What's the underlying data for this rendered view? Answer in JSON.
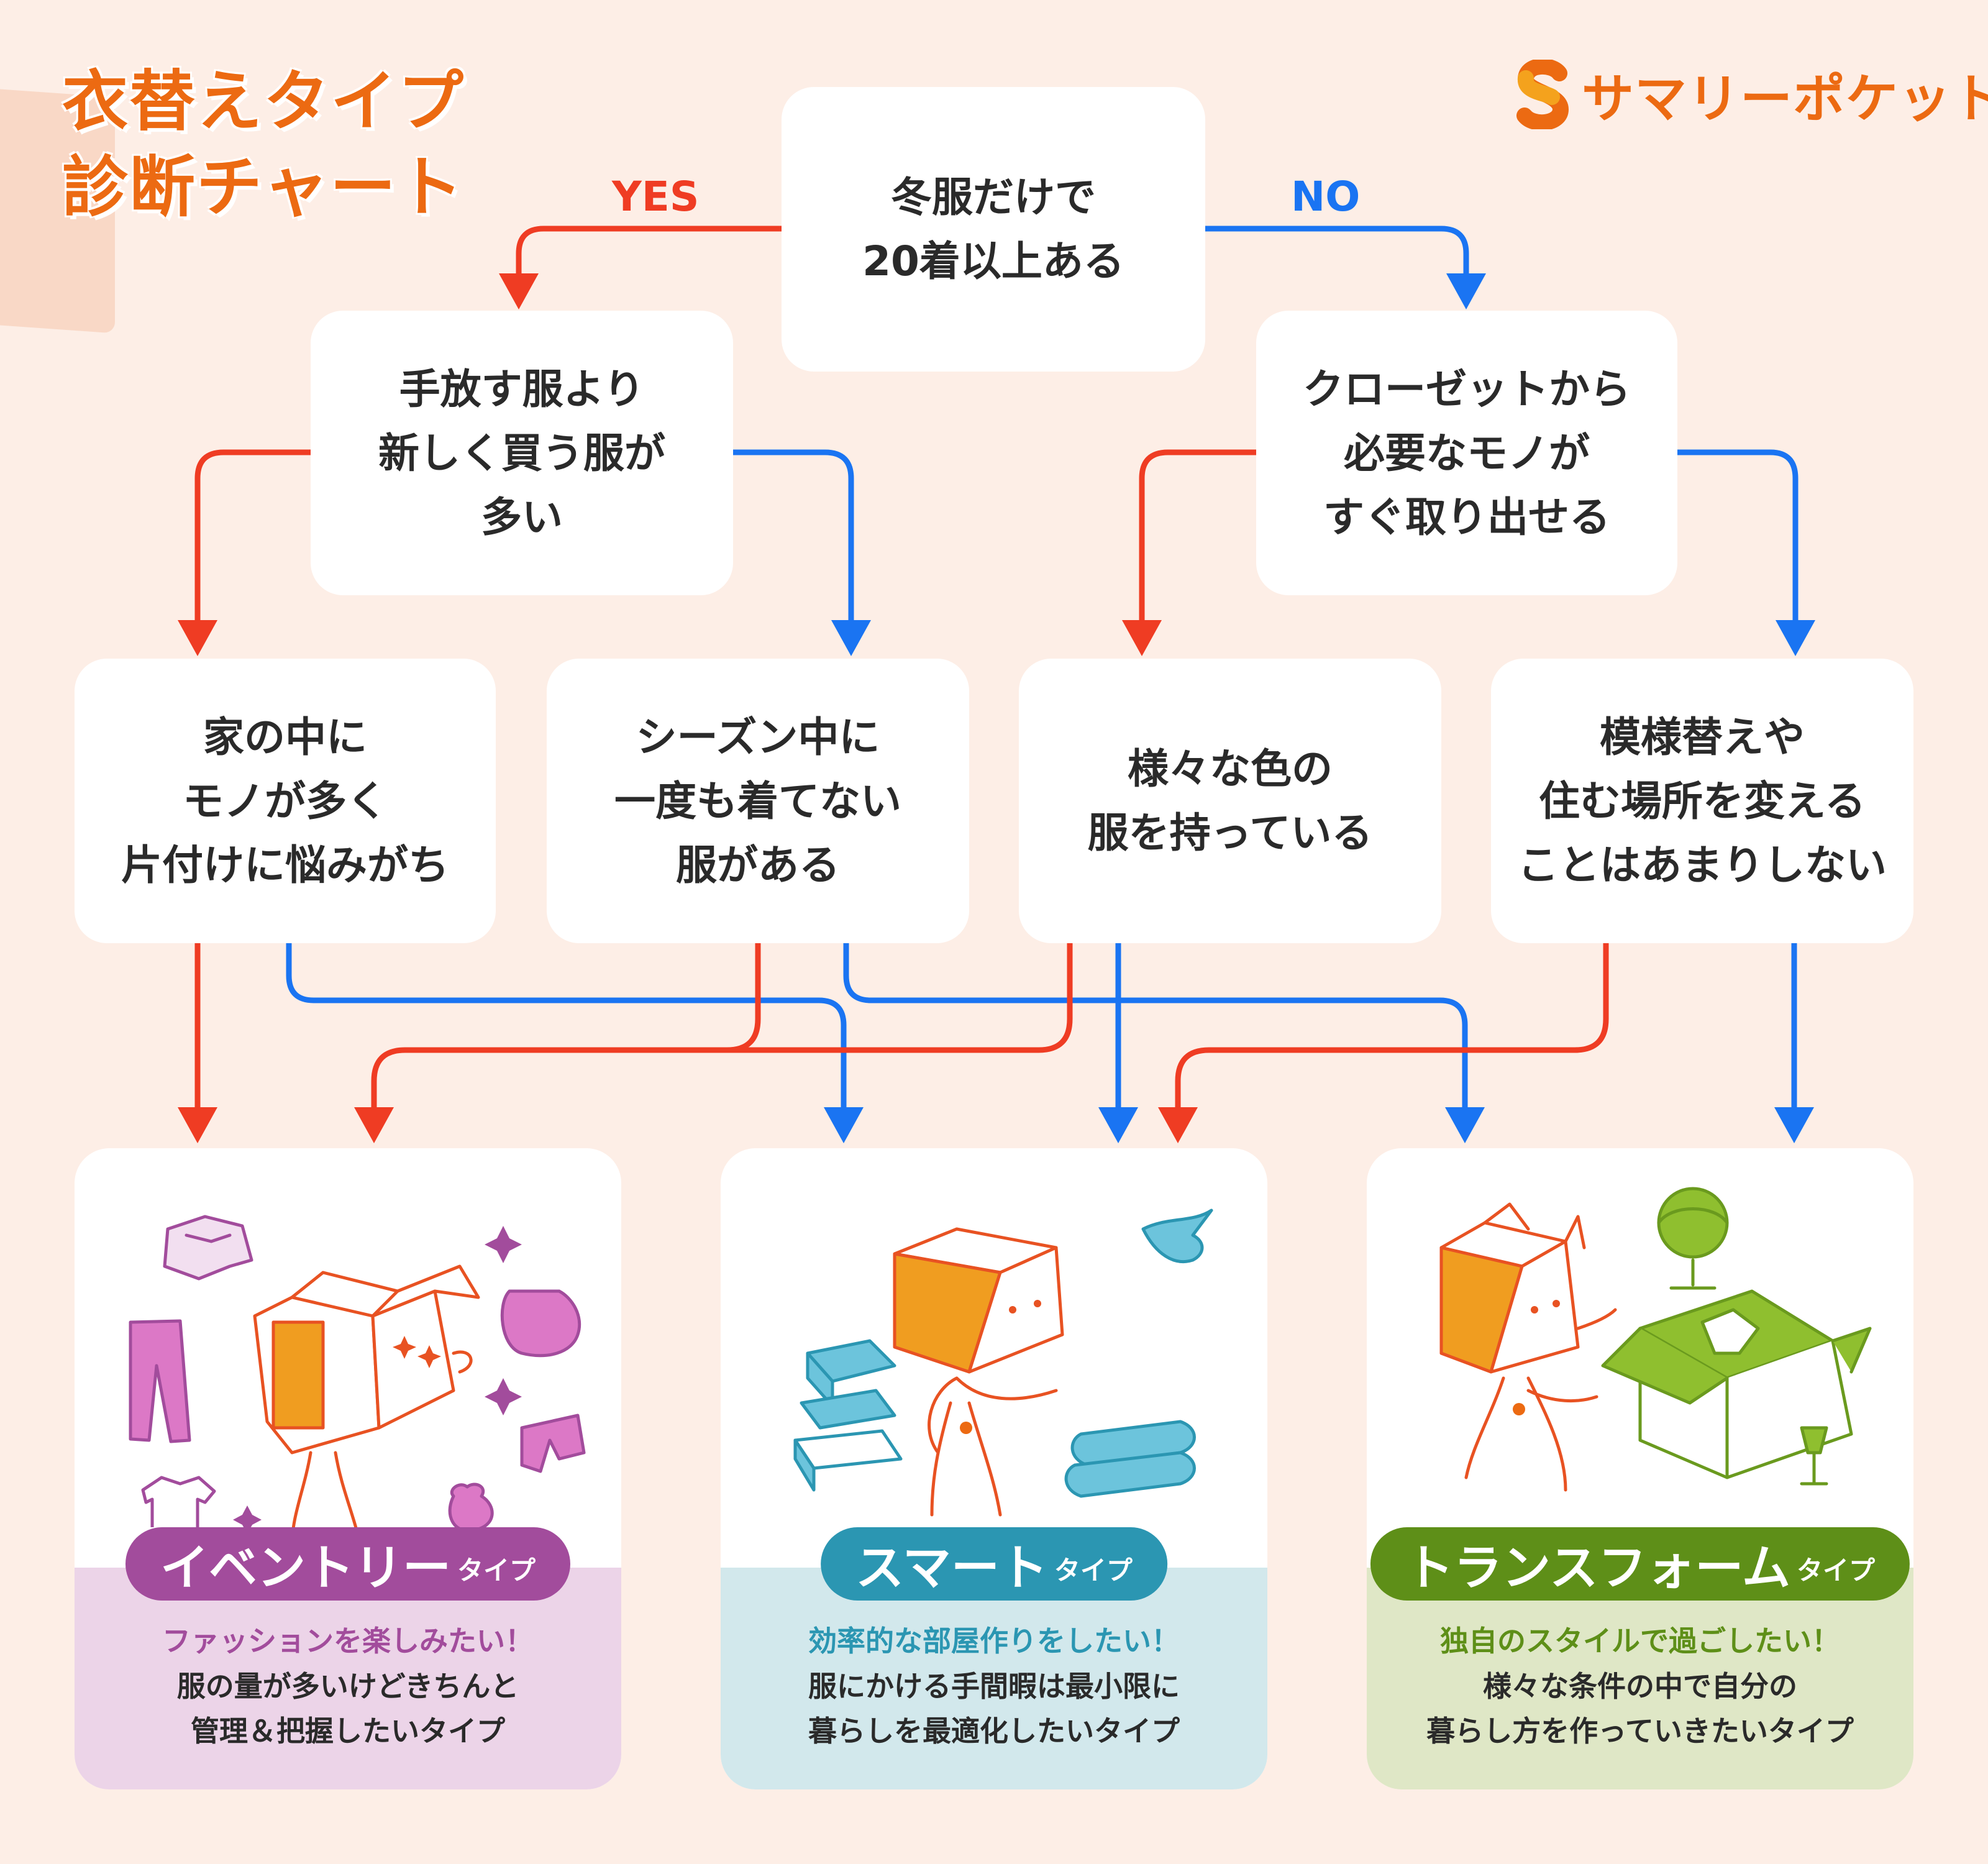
{
  "title": {
    "line1": "衣替えタイプ",
    "line2": "診断チャート"
  },
  "brand": {
    "name": "サマリーポケット"
  },
  "branches": {
    "yes": "YES",
    "no": "NO"
  },
  "colors": {
    "yes": "#ef3c23",
    "no": "#1a74f2",
    "accent": "#ec6a12",
    "inventory": "#a24c9c",
    "smart": "#2b96b2",
    "transform": "#5e8f18"
  },
  "questions": {
    "q1": "冬服だけで\n20着以上ある",
    "q2": "手放す服より\n新しく買う服が\n多い",
    "q3": "クローゼットから\n必要なモノが\nすぐ取り出せる",
    "q4": "家の中に\nモノが多く\n片付けに悩みがち",
    "q5": "シーズン中に\n一度も着てない\n服がある",
    "q6": "様々な色の\n服を持っている",
    "q7": "模様替えや\n住む場所を変える\nことはあまりしない"
  },
  "results": {
    "inventory": {
      "name": "イベントリー",
      "suffix": "タイプ",
      "lead": "ファッションを楽しみたい！",
      "desc1": "服の量が多いけどきちんと",
      "desc2": "管理＆把握したいタイプ"
    },
    "smart": {
      "name": "スマート",
      "suffix": "タイプ",
      "lead": "効率的な部屋作りをしたい！",
      "desc1": "服にかける手間暇は最小限に",
      "desc2": "暮らしを最適化したいタイプ"
    },
    "transform": {
      "name": "トランスフォーム",
      "suffix": "タイプ",
      "lead": "独自のスタイルで過ごしたい！",
      "desc1": "様々な条件の中で自分の",
      "desc2": "暮らし方を作っていきたいタイプ"
    }
  }
}
